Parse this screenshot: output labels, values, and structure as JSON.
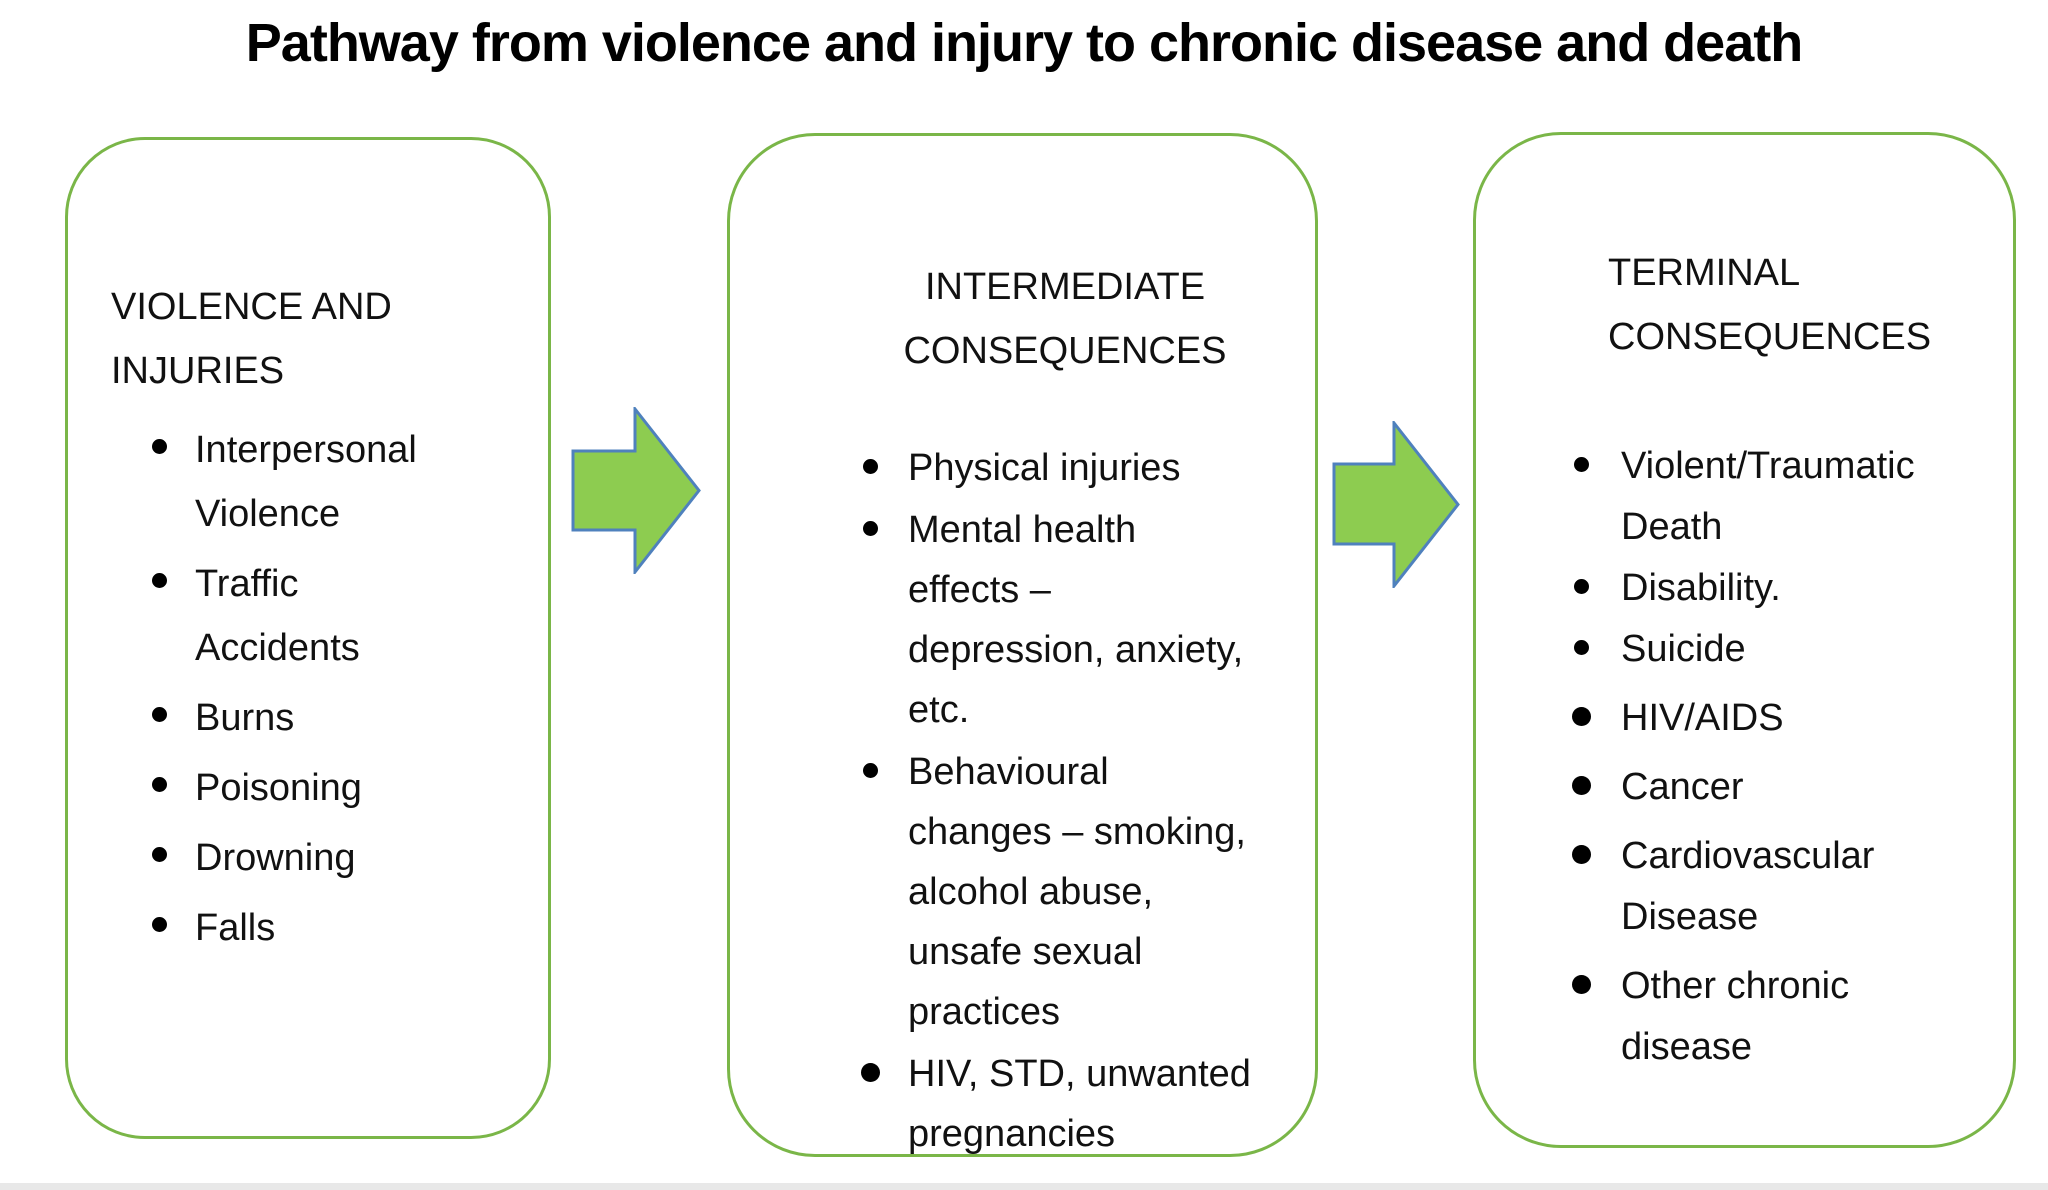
{
  "title": "Pathway from violence and injury to chronic disease and death",
  "colors": {
    "box_border": "#7AB648",
    "arrow_fill": "#8DCC50",
    "arrow_stroke": "#4F81BD",
    "text": "#111111",
    "page_edge": "#D8D8D8"
  },
  "boxes": [
    {
      "id": "violence-and-injuries",
      "heading_lines": [
        "VIOLENCE AND",
        "INJURIES"
      ],
      "rows": [
        {
          "text": "Interpersonal",
          "bullet": true
        },
        {
          "text": "Violence"
        },
        {
          "text": "Traffic",
          "bullet": true
        },
        {
          "text": "Accidents"
        },
        {
          "text": "Burns",
          "bullet": true
        },
        {
          "text": "Poisoning",
          "bullet": true
        },
        {
          "text": "Drowning",
          "bullet": true
        },
        {
          "text": "Falls",
          "bullet": true
        }
      ]
    },
    {
      "id": "intermediate-consequences",
      "heading_lines": [
        "INTERMEDIATE",
        "CONSEQUENCES"
      ],
      "rows": [
        {
          "text": "Physical injuries",
          "bullet": true
        },
        {
          "text": "Mental health",
          "bullet": true
        },
        {
          "text": "effects –"
        },
        {
          "text": "depression, anxiety,"
        },
        {
          "text": "etc."
        },
        {
          "text": "Behavioural",
          "bullet": true
        },
        {
          "text": "changes – smoking,"
        },
        {
          "text": "alcohol abuse,"
        },
        {
          "text": "unsafe sexual"
        },
        {
          "text": "practices"
        },
        {
          "text": "HIV, STD, unwanted",
          "bullet": true,
          "big": true,
          "gap": true
        },
        {
          "text": "pregnancies"
        }
      ]
    },
    {
      "id": "terminal-consequences",
      "heading_lines": [
        "TERMINAL",
        "CONSEQUENCES"
      ],
      "rows": [
        {
          "text": "Violent/Traumatic",
          "bullet": true
        },
        {
          "text": "Death"
        },
        {
          "text": "Disability.",
          "bullet": true
        },
        {
          "text": "Suicide",
          "bullet": true
        },
        {
          "text": "HIV/AIDS",
          "bullet": true,
          "big": true,
          "gap": true
        },
        {
          "text": "Cancer",
          "bullet": true,
          "big": true,
          "gap": true
        },
        {
          "text": "Cardiovascular",
          "bullet": true,
          "big": true,
          "gap": true
        },
        {
          "text": "Disease"
        },
        {
          "text": "Other chronic",
          "bullet": true,
          "big": true,
          "gap": true
        },
        {
          "text": "disease"
        }
      ]
    }
  ],
  "arrows": [
    {
      "name": "flow-arrow-1",
      "direction": "right"
    },
    {
      "name": "flow-arrow-2",
      "direction": "right"
    }
  ]
}
